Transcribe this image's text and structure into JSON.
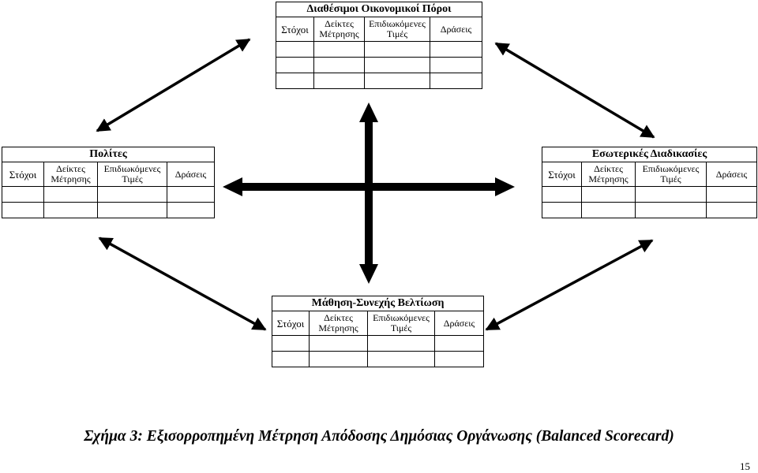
{
  "perspectives": {
    "financial": {
      "title": "Διαθέσιμοι Οικονομικοί Πόροι",
      "goals": "Στόχοι",
      "indicators_1": "Δείκτες",
      "indicators_2": "Μέτρησης",
      "targets_1": "Επιδιωκόμενες",
      "targets_2": "Τιμές",
      "actions": "Δράσεις"
    },
    "citizens": {
      "title": "Πολίτες",
      "goals": "Στόχοι",
      "indicators_1": "Δείκτες",
      "indicators_2": "Μέτρησης",
      "targets_1": "Επιδιωκόμενες",
      "targets_2": "Τιμές",
      "actions": "Δράσεις"
    },
    "internal": {
      "title": "Εσωτερικές Διαδικασίες",
      "goals": "Στόχοι",
      "indicators_1": "Δείκτες",
      "indicators_2": "Μέτρησης",
      "targets_1": "Επιδιωκόμενες",
      "targets_2": "Τιμές",
      "actions": "Δράσεις"
    },
    "learning": {
      "title": "Μάθηση-Συνεχής Βελτίωση",
      "goals": "Στόχοι",
      "indicators_1": "Δείκτες",
      "indicators_2": "Μέτρησης",
      "targets_1": "Επιδιωκόμενες",
      "targets_2": "Τιμές",
      "actions": "Δράσεις"
    }
  },
  "caption": "Σχήμα 3: Εξισορροπημένη Μέτρηση Απόδοσης Δημόσιας Οργάνωσης (Balanced Scorecard)",
  "page_number": "15",
  "colors": {
    "line": "#000000",
    "background": "#ffffff"
  }
}
